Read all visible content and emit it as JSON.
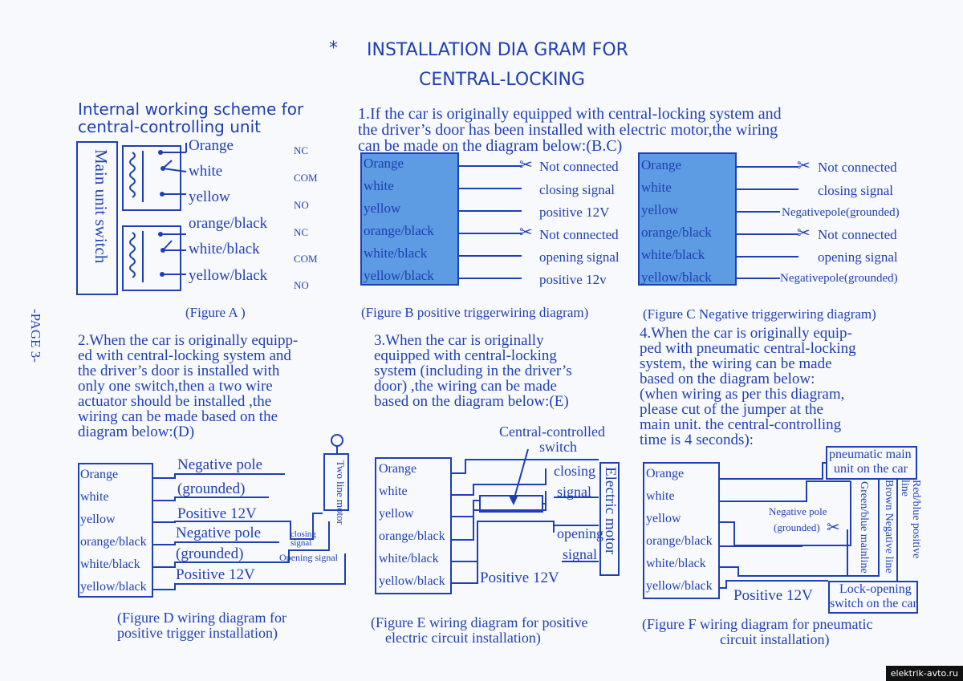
{
  "header": {
    "star": "*",
    "title_line1": "INSTALLATION DIA GRAM FOR",
    "title_line2": "CENTRAL-LOCKING"
  },
  "page_number": "-PAGE 3-",
  "watermark": "elektrik-avto.ru",
  "fig_a": {
    "heading": [
      "Internal working scheme for",
      "central-controlling unit"
    ],
    "unit_label": "Main unit switch",
    "wires": [
      "Orange",
      "white",
      "yellow",
      "orange/black",
      "white/black",
      "yellow/black"
    ],
    "contacts": [
      "NC",
      "COM",
      "NO",
      "NC",
      "COM",
      "NO"
    ],
    "caption": "(Figure A )"
  },
  "section1": {
    "lines": [
      "1.If the car is originally equipped with central-locking system and",
      "the driver’s door has been installed with electric motor,the wiring",
      "can be made on the diagram below:(B.C)"
    ]
  },
  "fig_b": {
    "wires": [
      "Orange",
      "white",
      "yellow",
      "orange/black",
      "white/black",
      "yellow/black"
    ],
    "signals": [
      "Not connected",
      "closing signal",
      "positive 12V",
      "Not connected",
      "opening signal",
      "positive 12v"
    ],
    "caption": "(Figure B positive triggerwiring diagram)"
  },
  "fig_c": {
    "wires": [
      "Orange",
      "white",
      "yellow",
      "orange/black",
      "white/black",
      "yellow/black"
    ],
    "signals": [
      "Not connected",
      "closing signal",
      "Negativepole(grounded)",
      "Not connected",
      "opening signal",
      "Negativepole(grounded)"
    ],
    "caption": "(Figure C Negative triggerwiring diagram)"
  },
  "section2": {
    "lines": [
      "2.When the car is originally equipp-",
      "ed with central-locking system and",
      "the driver’s door is installed with",
      "only one switch,then a two wire",
      "actuator should be installed ,the",
      "wiring can be made based on the",
      "diagram below:(D)"
    ]
  },
  "section3": {
    "lines": [
      "3.When the car is originally",
      "equipped with central-locking",
      "system (including in the driver’s",
      "door) ,the wiring can be made",
      "based on the diagram below:(E)"
    ]
  },
  "section4": {
    "lines": [
      "4.When the car is originally equip-",
      "ped with pneumatic central-locking",
      "system, the wiring can be made",
      "based on the diagram below:",
      "(when wiring as per this diagram,",
      "please cut of the jumper at the",
      "main unit. the central-controlling",
      "time is 4 seconds):"
    ]
  },
  "fig_d": {
    "wires": [
      "Orange",
      "white",
      "yellow",
      "orange/black",
      "white/black",
      "yellow/black"
    ],
    "labels": [
      "Negative pole",
      "(grounded)",
      "Positive 12V",
      "Negative pole",
      "(grounded)",
      "Positive 12V"
    ],
    "motor": "Two line motor",
    "closing": "closing signal",
    "opening": "Opening signal",
    "caption": [
      "(Figure D wiring diagram for",
      "positive trigger installation)"
    ]
  },
  "fig_e": {
    "wires": [
      "Orange",
      "white",
      "yellow",
      "orange/black",
      "white/black",
      "yellow/black"
    ],
    "switch_label": [
      "Central-controlled",
      "switch"
    ],
    "closing": [
      "closing",
      "signal"
    ],
    "opening": [
      "opening",
      "signal"
    ],
    "motor": "Electric motor",
    "positive": "Positive 12V",
    "caption": [
      "(Figure E wiring diagram for positive",
      "electric circuit  installation)"
    ]
  },
  "fig_f": {
    "wires": [
      "Orange",
      "white",
      "yellow",
      "orange/black",
      "white/black",
      "yellow/black"
    ],
    "main_unit": [
      "pneumatic main",
      "unit on the car"
    ],
    "negative_pole": [
      "Negative pole",
      "(grounded)"
    ],
    "vertical_labels": [
      "Green/blue mainline",
      "Brown Negative line",
      "Red/blue positive line"
    ],
    "lock_switch": [
      "Lock-opening",
      "switch on the car"
    ],
    "positive": "Positive 12V",
    "caption": [
      "(Figure F wiring diagram for pneumatic",
      "circuit  installation)"
    ]
  }
}
